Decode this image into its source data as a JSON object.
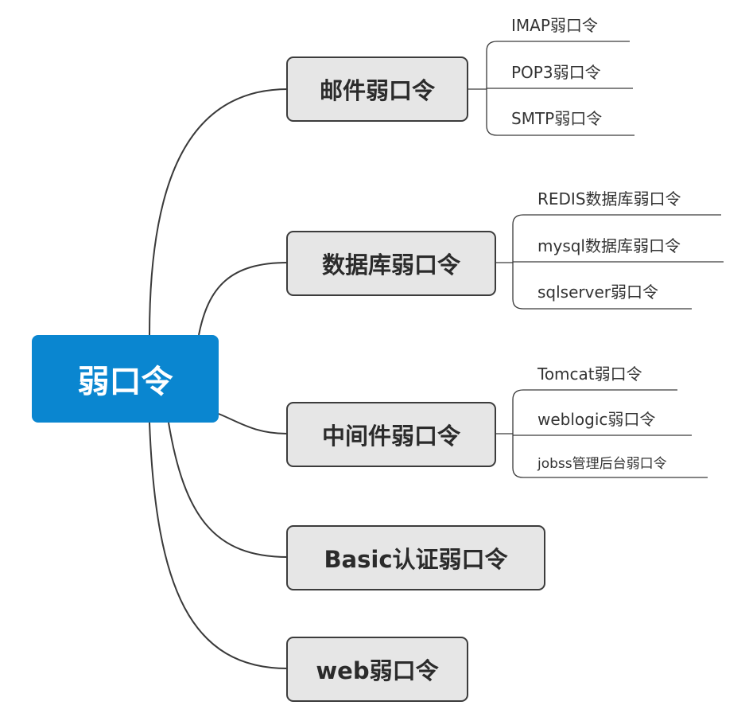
{
  "mindmap": {
    "root": {
      "label": "弱口令"
    },
    "branches": [
      {
        "id": "mail",
        "label": "邮件弱口令",
        "children": [
          "IMAP弱口令",
          "POP3弱口令",
          "SMTP弱口令"
        ]
      },
      {
        "id": "database",
        "label": "数据库弱口令",
        "children": [
          "REDIS数据库弱口令",
          "mysql数据库弱口令",
          "sqlserver弱口令"
        ]
      },
      {
        "id": "middleware",
        "label": "中间件弱口令",
        "children": [
          "Tomcat弱口令",
          "weblogic弱口令",
          "jobss管理后台弱口令"
        ]
      },
      {
        "id": "basic-auth",
        "label": "Basic认证弱口令",
        "children": []
      },
      {
        "id": "web",
        "label": "web弱口令",
        "children": []
      }
    ]
  },
  "colors": {
    "root_fill": "#0a86d0",
    "branch_fill": "#e6e6e6",
    "branch_border": "#3c3c3c",
    "connector": "#3a3a3a"
  }
}
